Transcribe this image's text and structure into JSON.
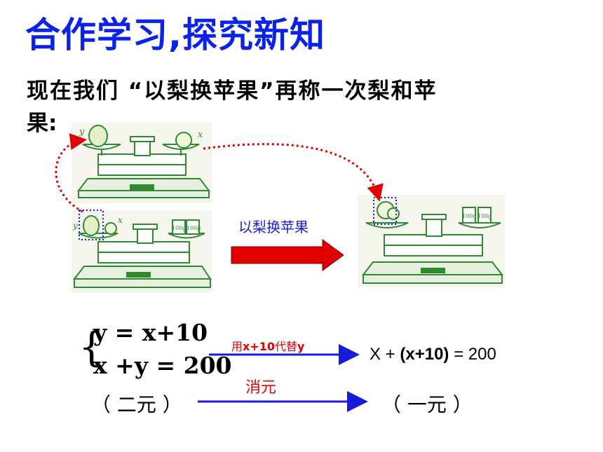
{
  "title": "合作学习,探究新知",
  "intro": {
    "line1": "现在我们 “以梨换苹果”再称一次梨和苹",
    "line2": "果:"
  },
  "exchange_label": "以梨换苹果",
  "scale_labels": {
    "y": "y",
    "x": "x",
    "weight": "100g"
  },
  "equations": {
    "eq1": "y = x+10",
    "eq2": "x +y = 200"
  },
  "substitution": {
    "prefix": "用",
    "expr": "x+10",
    "middle": "代替",
    "var": "y"
  },
  "result": {
    "start": "X + ",
    "bold": "(x+10)",
    "end": " = 200"
  },
  "elimination_label": "消元",
  "two_variables": "（ 二元 ）",
  "one_variable": "（ 一元 ）",
  "colors": {
    "title": "#0a23e6",
    "scale_green": "#2f8a2f",
    "red": "#e00000",
    "blue": "#1a1adb"
  }
}
